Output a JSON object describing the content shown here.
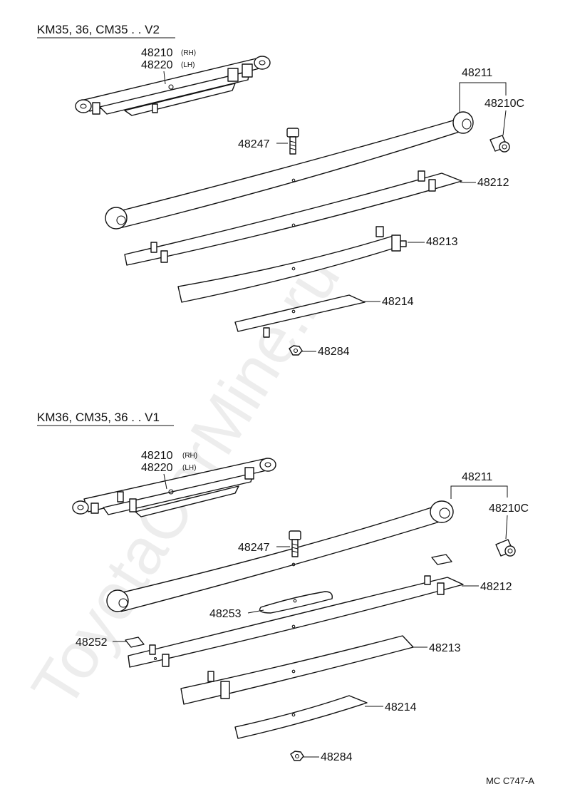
{
  "watermark": "ToyotaCarMine.ru",
  "reference_code": "MC  C747-A",
  "sections": [
    {
      "title": "KM35, 36, CM35 . .  V2",
      "labels": {
        "p48210": "48210",
        "p48210_side": "(RH)",
        "p48220": "48220",
        "p48220_side": "(LH)",
        "p48211": "48211",
        "p48210C": "48210C",
        "p48247": "48247",
        "p48212": "48212",
        "p48213": "48213",
        "p48214": "48214",
        "p48284": "48284"
      }
    },
    {
      "title": "KM36, CM35, 36 . .  V1",
      "labels": {
        "p48210": "48210",
        "p48210_side": "(RH)",
        "p48220": "48220",
        "p48220_side": "(LH)",
        "p48211": "48211",
        "p48210C": "48210C",
        "p48247": "48247",
        "p48212": "48212",
        "p48253": "48253",
        "p48252": "48252",
        "p48213": "48213",
        "p48214": "48214",
        "p48284": "48284"
      }
    }
  ]
}
